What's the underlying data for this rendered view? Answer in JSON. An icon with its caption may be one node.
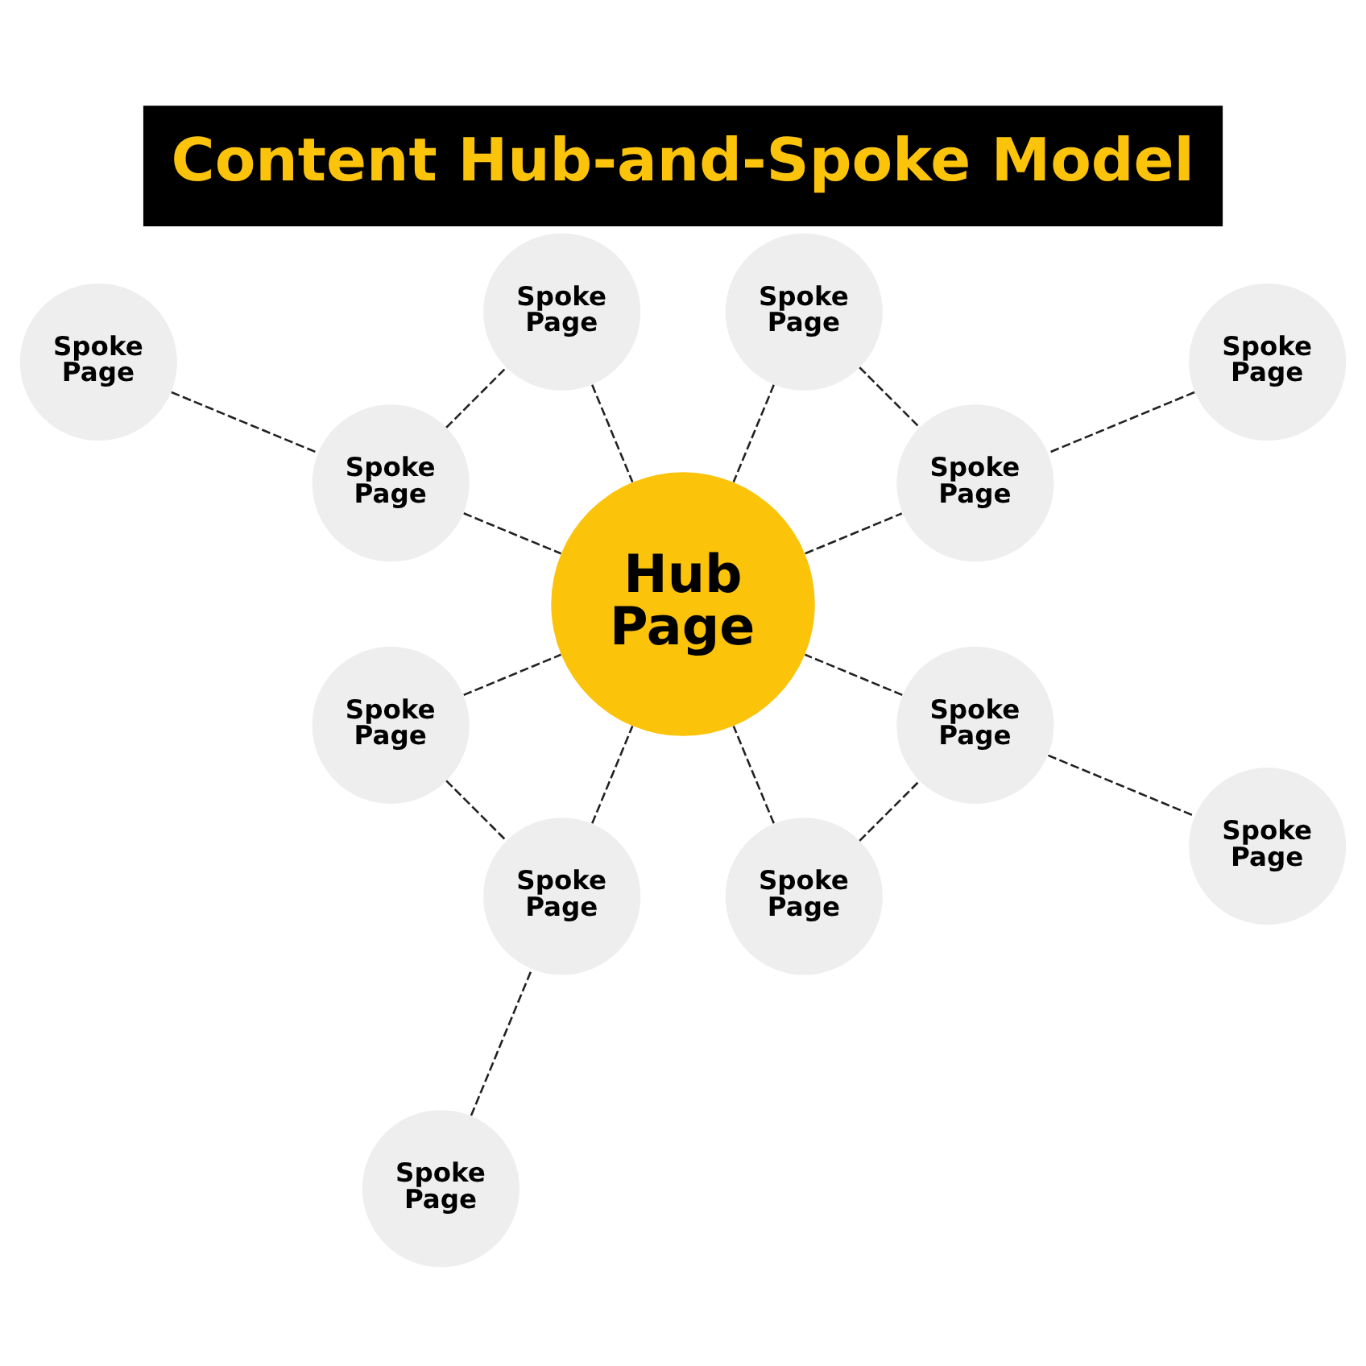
{
  "diagram": {
    "title": "Content Hub-and-Spoke Model",
    "nodes": [
      {
        "text": [
          "Spoke Page"
        ]
      },
      {
        "text": [
          "Spoke Page"
        ]
      },
      {
        "text": [
          "Spoke Page"
        ]
      },
      {
        "text": [
          "Spoke Page"
        ]
      },
      {
        "text": [
          "Spoke Page"
        ]
      },
      {
        "text": [
          "Spoke Page"
        ]
      },
      {
        "text": [
          "Hub Page"
        ]
      },
      {
        "text": [
          "Spoke Page"
        ]
      },
      {
        "text": [
          "Spoke Page"
        ]
      },
      {
        "text": [
          "Spoke Page"
        ]
      },
      {
        "text": [
          "Spoke Page"
        ]
      },
      {
        "text": [
          "Spoke Page"
        ]
      },
      {
        "text": [
          "Spoke Page"
        ]
      }
    ],
    "edges": [
      {
        "from": 0,
        "to": 6,
        "arrow": "none",
        "style": "dashed"
      },
      {
        "from": 3,
        "to": 6,
        "arrow": "none",
        "style": "dashed"
      },
      {
        "from": 3,
        "to": 7,
        "arrow": "none",
        "style": "dashed"
      },
      {
        "from": 4,
        "to": 7,
        "arrow": "none",
        "style": "dashed"
      },
      {
        "from": 6,
        "to": 7,
        "arrow": "none",
        "style": "dashed"
      },
      {
        "from": 10,
        "to": 6,
        "arrow": "none",
        "style": "dashed"
      },
      {
        "from": 10,
        "to": 11,
        "arrow": "none",
        "style": "dashed"
      },
      {
        "from": 12,
        "to": 10,
        "arrow": "none",
        "style": "dashed"
      },
      {
        "from": 12,
        "to": 6,
        "arrow": "none",
        "style": "dashed"
      },
      {
        "from": 9,
        "to": 6,
        "arrow": "none",
        "style": "dashed"
      },
      {
        "from": 8,
        "to": 9,
        "arrow": "none",
        "style": "dashed"
      },
      {
        "from": 5,
        "to": 9,
        "arrow": "none",
        "style": "dashed"
      },
      {
        "from": 5,
        "to": 6,
        "arrow": "none",
        "style": "dashed"
      },
      {
        "from": 2,
        "to": 6,
        "arrow": "none",
        "style": "dashed"
      },
      {
        "from": 1,
        "to": 2,
        "arrow": "none",
        "style": "dashed"
      },
      {
        "from": 2,
        "to": 0,
        "arrow": "none",
        "style": "dashed"
      }
    ]
  }
}
